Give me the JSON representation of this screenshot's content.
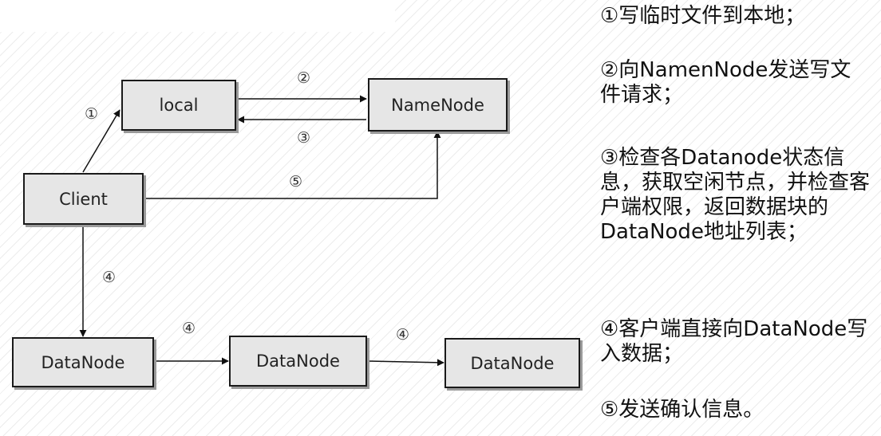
{
  "nodes": {
    "local": "local",
    "namenode": "NameNode",
    "client": "Client",
    "datanode_1": "DataNode",
    "datanode_2": "DataNode",
    "datanode_3": "DataNode"
  },
  "edge_labels": {
    "client_to_local": "①",
    "local_to_namenode": "②",
    "namenode_to_local": "③",
    "client_to_namenode": "⑤",
    "client_to_datanode": "④",
    "datanode1_to_datanode2": "④",
    "datanode2_to_datanode3": "④"
  },
  "notes": [
    "①写临时文件到本地；",
    "②向NamenNode发送写文件请求；",
    "③检查各Datanode状态信息，获取空闲节点，并检查客户端权限，返回数据块的DataNode地址列表；",
    "④客户端直接向DataNode写入数据；",
    "⑤发送确认信息。"
  ]
}
